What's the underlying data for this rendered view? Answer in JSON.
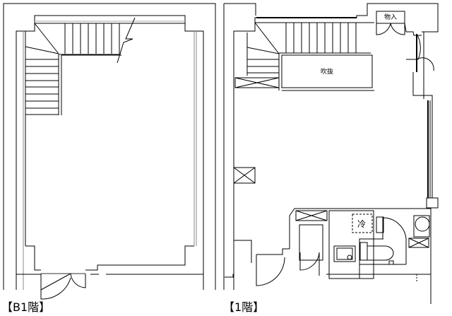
{
  "plans": [
    {
      "id": "b1",
      "label": "【B1階】"
    },
    {
      "id": "f1",
      "label": "【1階】",
      "rooms": {
        "storage": "物入",
        "void": "吹抜",
        "fridge": "冷"
      }
    }
  ],
  "colors": {
    "line": "#000000",
    "light_line": "#999999",
    "background": "#ffffff"
  }
}
